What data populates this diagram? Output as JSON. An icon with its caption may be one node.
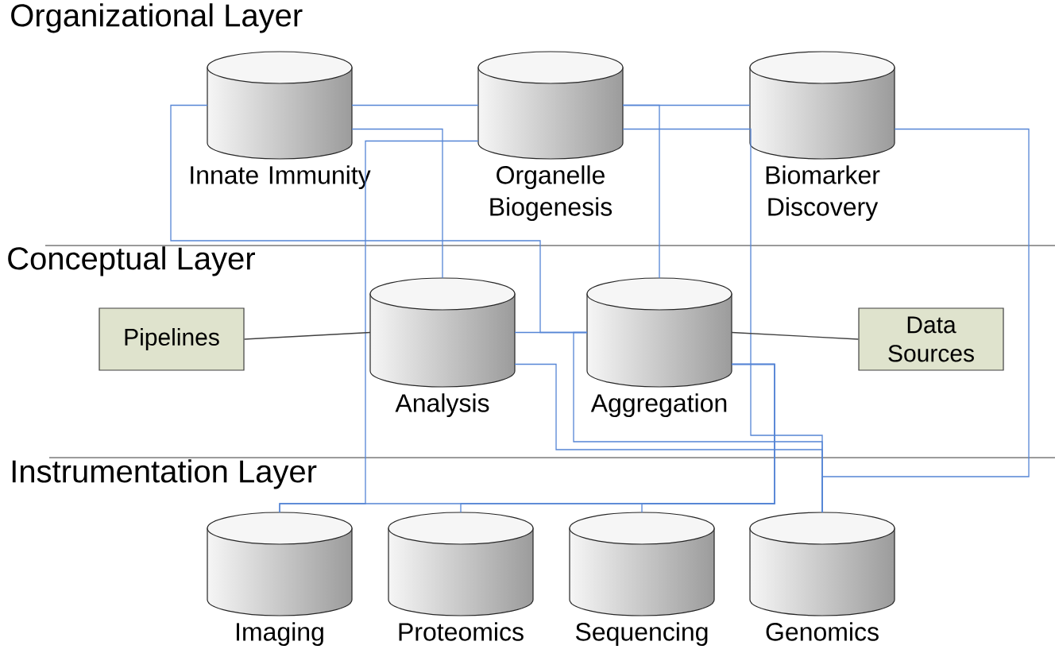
{
  "diagram": {
    "nodes": [
      {
        "text": [
          "Innate Immunity"
        ]
      },
      {
        "text": [
          "Organelle Biogenesis"
        ]
      },
      {
        "text": [
          "Biomarker Discovery"
        ]
      },
      {
        "text": [
          "Pipelines"
        ]
      },
      {
        "text": [
          "Analysis"
        ]
      },
      {
        "text": [
          "Aggregation"
        ]
      },
      {
        "text": [
          "Data Sources"
        ]
      },
      {
        "text": [
          "Imaging"
        ]
      },
      {
        "text": [
          "Proteomics"
        ]
      },
      {
        "text": [
          "Sequencing"
        ]
      },
      {
        "text": [
          "Genomics"
        ]
      }
    ],
    "edges": [
      {
        "from": 0,
        "to": 1,
        "arrow": "none"
      },
      {
        "from": 1,
        "to": 2,
        "arrow": "none"
      },
      {
        "from": 0,
        "to": 4,
        "arrow": "none"
      },
      {
        "from": 0,
        "to": 5,
        "arrow": "none"
      },
      {
        "from": 1,
        "to": 7,
        "arrow": "none"
      },
      {
        "from": 1,
        "to": 5,
        "arrow": "none"
      },
      {
        "from": 2,
        "to": 10,
        "arrow": "none"
      },
      {
        "from": 1,
        "to": 10,
        "arrow": "none"
      },
      {
        "from": 4,
        "to": 5,
        "arrow": "none"
      },
      {
        "from": 5,
        "to": 10,
        "arrow": "none"
      },
      {
        "from": 4,
        "to": 10,
        "arrow": "none"
      },
      {
        "from": 5,
        "to": 7,
        "arrow": "none"
      },
      {
        "from": 5,
        "to": 8,
        "arrow": "none"
      },
      {
        "from": 5,
        "to": 9,
        "arrow": "none"
      },
      {
        "from": 3,
        "to": 4,
        "arrow": "none",
        "color": "#404040"
      },
      {
        "from": 5,
        "to": 6,
        "arrow": "none",
        "color": "#404040"
      }
    ],
    "labels": [
      "Organizational Layer",
      "Conceptual Layer",
      "Instrumentation Layer"
    ]
  }
}
